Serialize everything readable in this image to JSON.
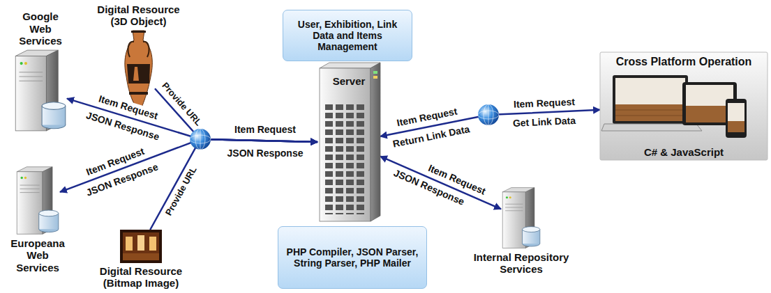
{
  "diagram": {
    "nodes": [
      {
        "text": [
          "Google Web Services"
        ]
      },
      {
        "text": [
          "Digital Resource (3D Object)"
        ]
      },
      {
        "text": [
          "User, Exhibition, Link Data and Items Management"
        ]
      },
      {
        "text": [
          "Cross Platform Operation",
          "C# & JavaScript"
        ]
      },
      {
        "text": [
          "Server"
        ]
      },
      {
        "text": [
          "Europeana Web Services"
        ]
      },
      {
        "text": [
          "Digital Resource (Bitmap Image)"
        ]
      },
      {
        "text": [
          "PHP Compiler, JSON Parser, String Parser, PHP Mailer"
        ]
      },
      {
        "text": [
          "Internal Repository Services"
        ]
      }
    ],
    "edges": [
      {
        "from": 0,
        "to": 4,
        "arrow": "both"
      },
      {
        "from": 1,
        "to": 4,
        "arrow": "to"
      },
      {
        "from": 5,
        "to": 4,
        "arrow": "both"
      },
      {
        "from": 6,
        "to": 4,
        "arrow": "to"
      },
      {
        "from": 4,
        "to": 3,
        "arrow": "both"
      },
      {
        "from": 4,
        "to": 8,
        "arrow": "both"
      }
    ],
    "labels": [
      "Item Request",
      "JSON Response",
      "Provide URL",
      "Item Request",
      "JSON Response",
      "Provide URL",
      "Item Request",
      "JSON Response",
      "Item Request",
      "Return Link Data",
      "Item Request",
      "Get Link Data",
      "Item Request",
      "JSON Response"
    ]
  }
}
